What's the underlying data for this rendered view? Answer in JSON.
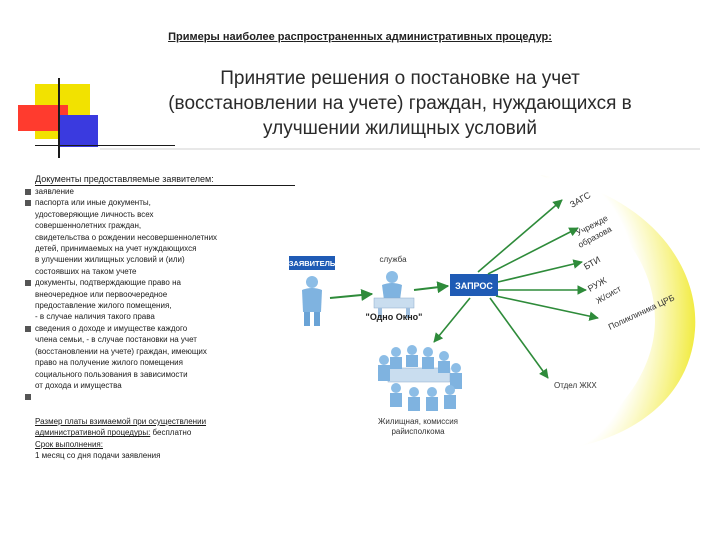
{
  "header": {
    "caption": "Примеры наиболее распространенных административных процедур:",
    "title_lines": [
      "Принятие решения о постановке на учет",
      "(восстановлении на учете) граждан, нуждающихся в",
      "улучшении жилищных условий"
    ]
  },
  "documents": {
    "heading": "Документы предоставляемые заявителем:",
    "items": [
      {
        "lines": [
          "заявление"
        ]
      },
      {
        "lines": [
          "паспорта или иные документы,",
          "удостоверяющие личность всех",
          "совершеннолетних граждан,",
          "свидетельства о рождении несовершеннолетних",
          "детей, принимаемых на учет нуждающихся",
          "в улучшении жилищных условий и (или)",
          "состоявших на таком учете"
        ]
      },
      {
        "lines": [
          "документы, подтверждающие право на",
          "внеочередное или первоочередное",
          "предоставление жилого помещения,",
          "- в случае наличия такого права"
        ]
      },
      {
        "lines": [
          "сведения о доходе и имуществе каждого",
          "члена семьи, - в случае постановки на учет",
          " (восстановлении на учете) граждан, имеющих",
          "право на получение жилого помещения",
          "социального пользования в зависимости",
          " от дохода и имущества"
        ]
      },
      {
        "lines": [
          ""
        ]
      }
    ]
  },
  "fees": {
    "fee_label": "Размер платы взимаемой при осуществлении",
    "fee_label2": "административной процедуры:",
    "fee_value": " бесплатно",
    "term_label": "Срок выполнения:",
    "term_value": "1 месяц со дня подачи заявления"
  },
  "diagram": {
    "applicant_label": "ЗАЯВИТЕЛЬ",
    "service_label": "служба",
    "one_window_label": "\"Одно Окно\"",
    "request_label": "ЗАПРОС",
    "commission_lines": [
      "Жилищная, комиссия",
      "райисполкома"
    ],
    "targets": {
      "zags": "ЗАГС",
      "institutions_1": "Учрежде",
      "institutions_2": "образова",
      "btu": "БТИ",
      "ruj_1": "РУЖ",
      "ruj_2": "Ж/сист",
      "polyclinic": "Поликлиника ЦРБ",
      "housing_dept": "Отдел ЖКХ"
    },
    "colors": {
      "arc": "#f3ee3c",
      "arrow": "#2e8b3a",
      "box": "#1f5bb5",
      "figure": "#7fb3e0"
    }
  }
}
